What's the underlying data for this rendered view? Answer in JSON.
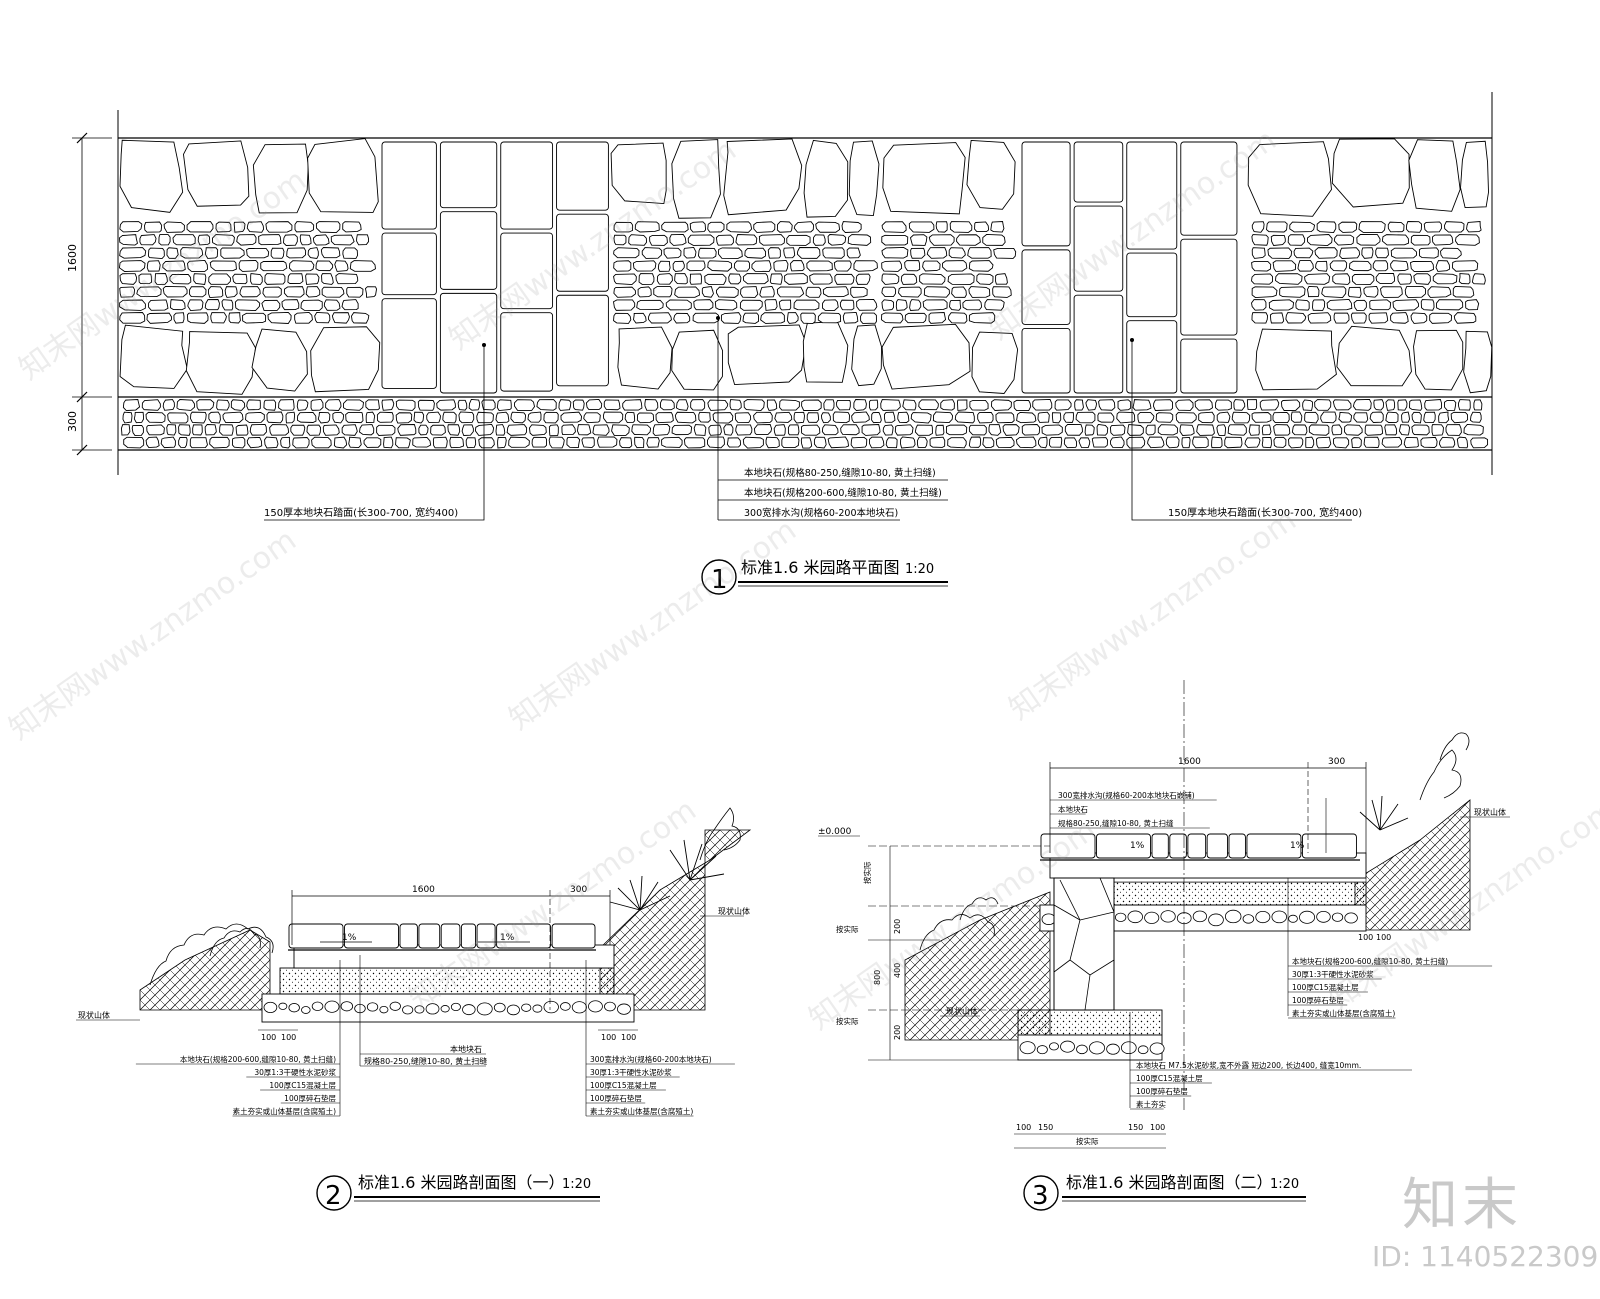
{
  "plan": {
    "dims": {
      "width": "1600",
      "drain": "300"
    },
    "labels": {
      "paving_left": "150厚本地块石踏面(长300-700, 宽约400)",
      "paving_right": "150厚本地块石踏面(长300-700, 宽约400)",
      "stone_small": "本地块石(规格80-250,缝隙10-80, 黄土扫缝)",
      "stone_large": "本地块石(规格200-600,缝隙10-80, 黄土扫缝)",
      "drain": "300宽排水沟(规格60-200本地块石)"
    },
    "title": {
      "num": "1",
      "text": "标准1.6 米园路平面图",
      "scale": "1:20"
    }
  },
  "section1": {
    "dims": {
      "width": "1600",
      "drain": "300",
      "slope_l": "1%",
      "slope_r": "1%",
      "d1": "100",
      "d2": "100",
      "d3": "100",
      "d4": "100"
    },
    "labels": {
      "existing_l": "现状山体",
      "existing_r": "现状山体",
      "local_stone": "本地块石",
      "spec_small": "规格80-250,缝隙10-80, 黄土扫缝",
      "left_layers": [
        "本地块石(规格200-600,缝隙10-80, 黄土扫缝)",
        "30厚1:3干硬性水泥砂浆",
        "100厚C15混凝土层",
        "100厚碎石垫层",
        "素土夯实或山体基层(含腐殖土)"
      ],
      "right_layers": [
        "300宽排水沟(规格60-200本地块石)",
        "30厚1:3干硬性水泥砂浆",
        "100厚C15混凝土层",
        "100厚碎石垫层",
        "素土夯实或山体基层(含腐殖土)"
      ]
    },
    "title": {
      "num": "2",
      "text": "标准1.6 米园路剖面图（一）",
      "scale": "1:20"
    }
  },
  "section2": {
    "dims": {
      "width": "1600",
      "drain": "300",
      "slope_l": "1%",
      "slope_r": "1%",
      "h800": "800",
      "h200a": "200",
      "h400": "400",
      "h200b": "200",
      "b100a": "100",
      "b150a": "150",
      "b150b": "150",
      "b100b": "100",
      "r100a": "100",
      "r100b": "100"
    },
    "labels": {
      "elev": "±0.000",
      "as_built": "按实际",
      "existing_l": "现状山体",
      "existing_r": "现状山体",
      "top_layers": [
        "300宽排水沟(规格60-200本地块石嵌铺)",
        "本地块石",
        "规格80-250,缝隙10-80, 黄土扫缝"
      ],
      "right_layers": [
        "本地块石(规格200-600,缝隙10-80, 黄土扫缝)",
        "30厚1:3干硬性水泥砂浆",
        "100厚C15混凝土层",
        "100厚碎石垫层",
        "素土夯实或山体基层(含腐殖土)"
      ],
      "bottom_layers": [
        "本地块石 M7.5水泥砂浆,宽不外露 短边200, 长边400, 缝宽10mm.",
        "100厚C15混凝土层",
        "100厚碎石垫层",
        "素土夯实"
      ]
    },
    "title": {
      "num": "3",
      "text": "标准1.6 米园路剖面图（二）",
      "scale": "1:20"
    }
  },
  "brand": {
    "logo": "知末",
    "id": "ID: 1140522309"
  },
  "watermark": "知末网www.znzmo.com"
}
